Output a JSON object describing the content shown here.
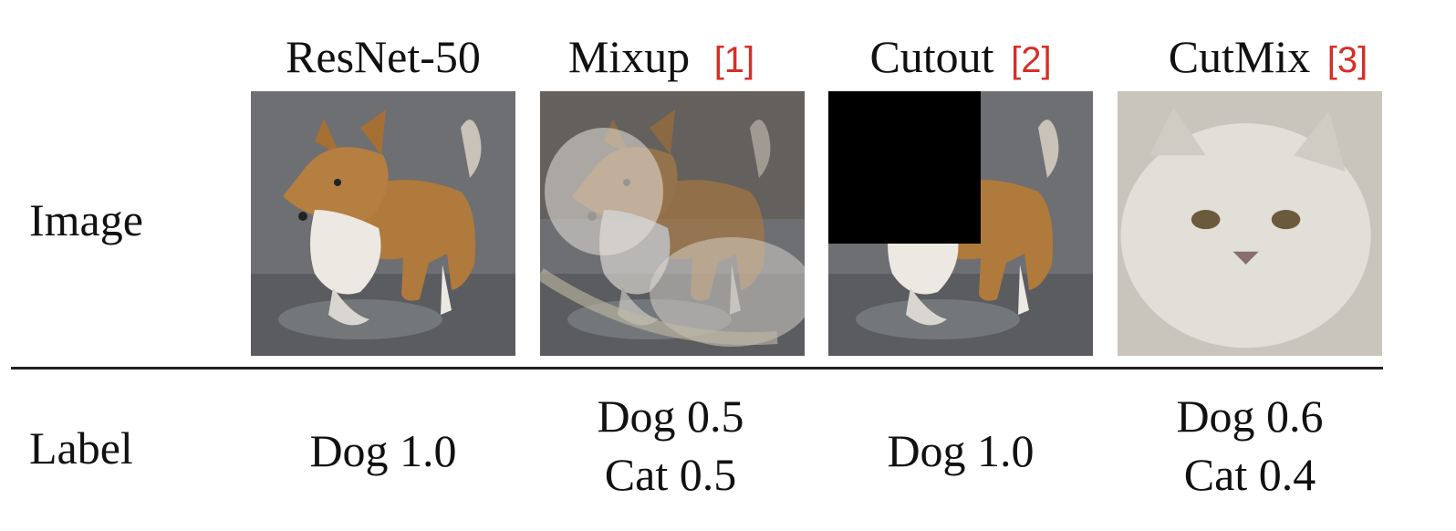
{
  "columns": [
    {
      "title": "ResNet-50",
      "ref": "",
      "labels": [
        "Dog 1.0"
      ]
    },
    {
      "title": "Mixup",
      "ref": "[1]",
      "labels": [
        "Dog 0.5",
        "Cat 0.5"
      ]
    },
    {
      "title": "Cutout",
      "ref": "[2]",
      "labels": [
        "Dog 1.0"
      ]
    },
    {
      "title": "CutMix",
      "ref": "[3]",
      "labels": [
        "Dog 0.6",
        "Cat 0.4"
      ]
    }
  ],
  "rows": {
    "image": "Image",
    "label": "Label"
  },
  "colors": {
    "ref": "#d62f26",
    "ground": "#6e6f72",
    "dog": "#b07a3c",
    "fur": "#e8e4de",
    "cutout": "#000000"
  }
}
